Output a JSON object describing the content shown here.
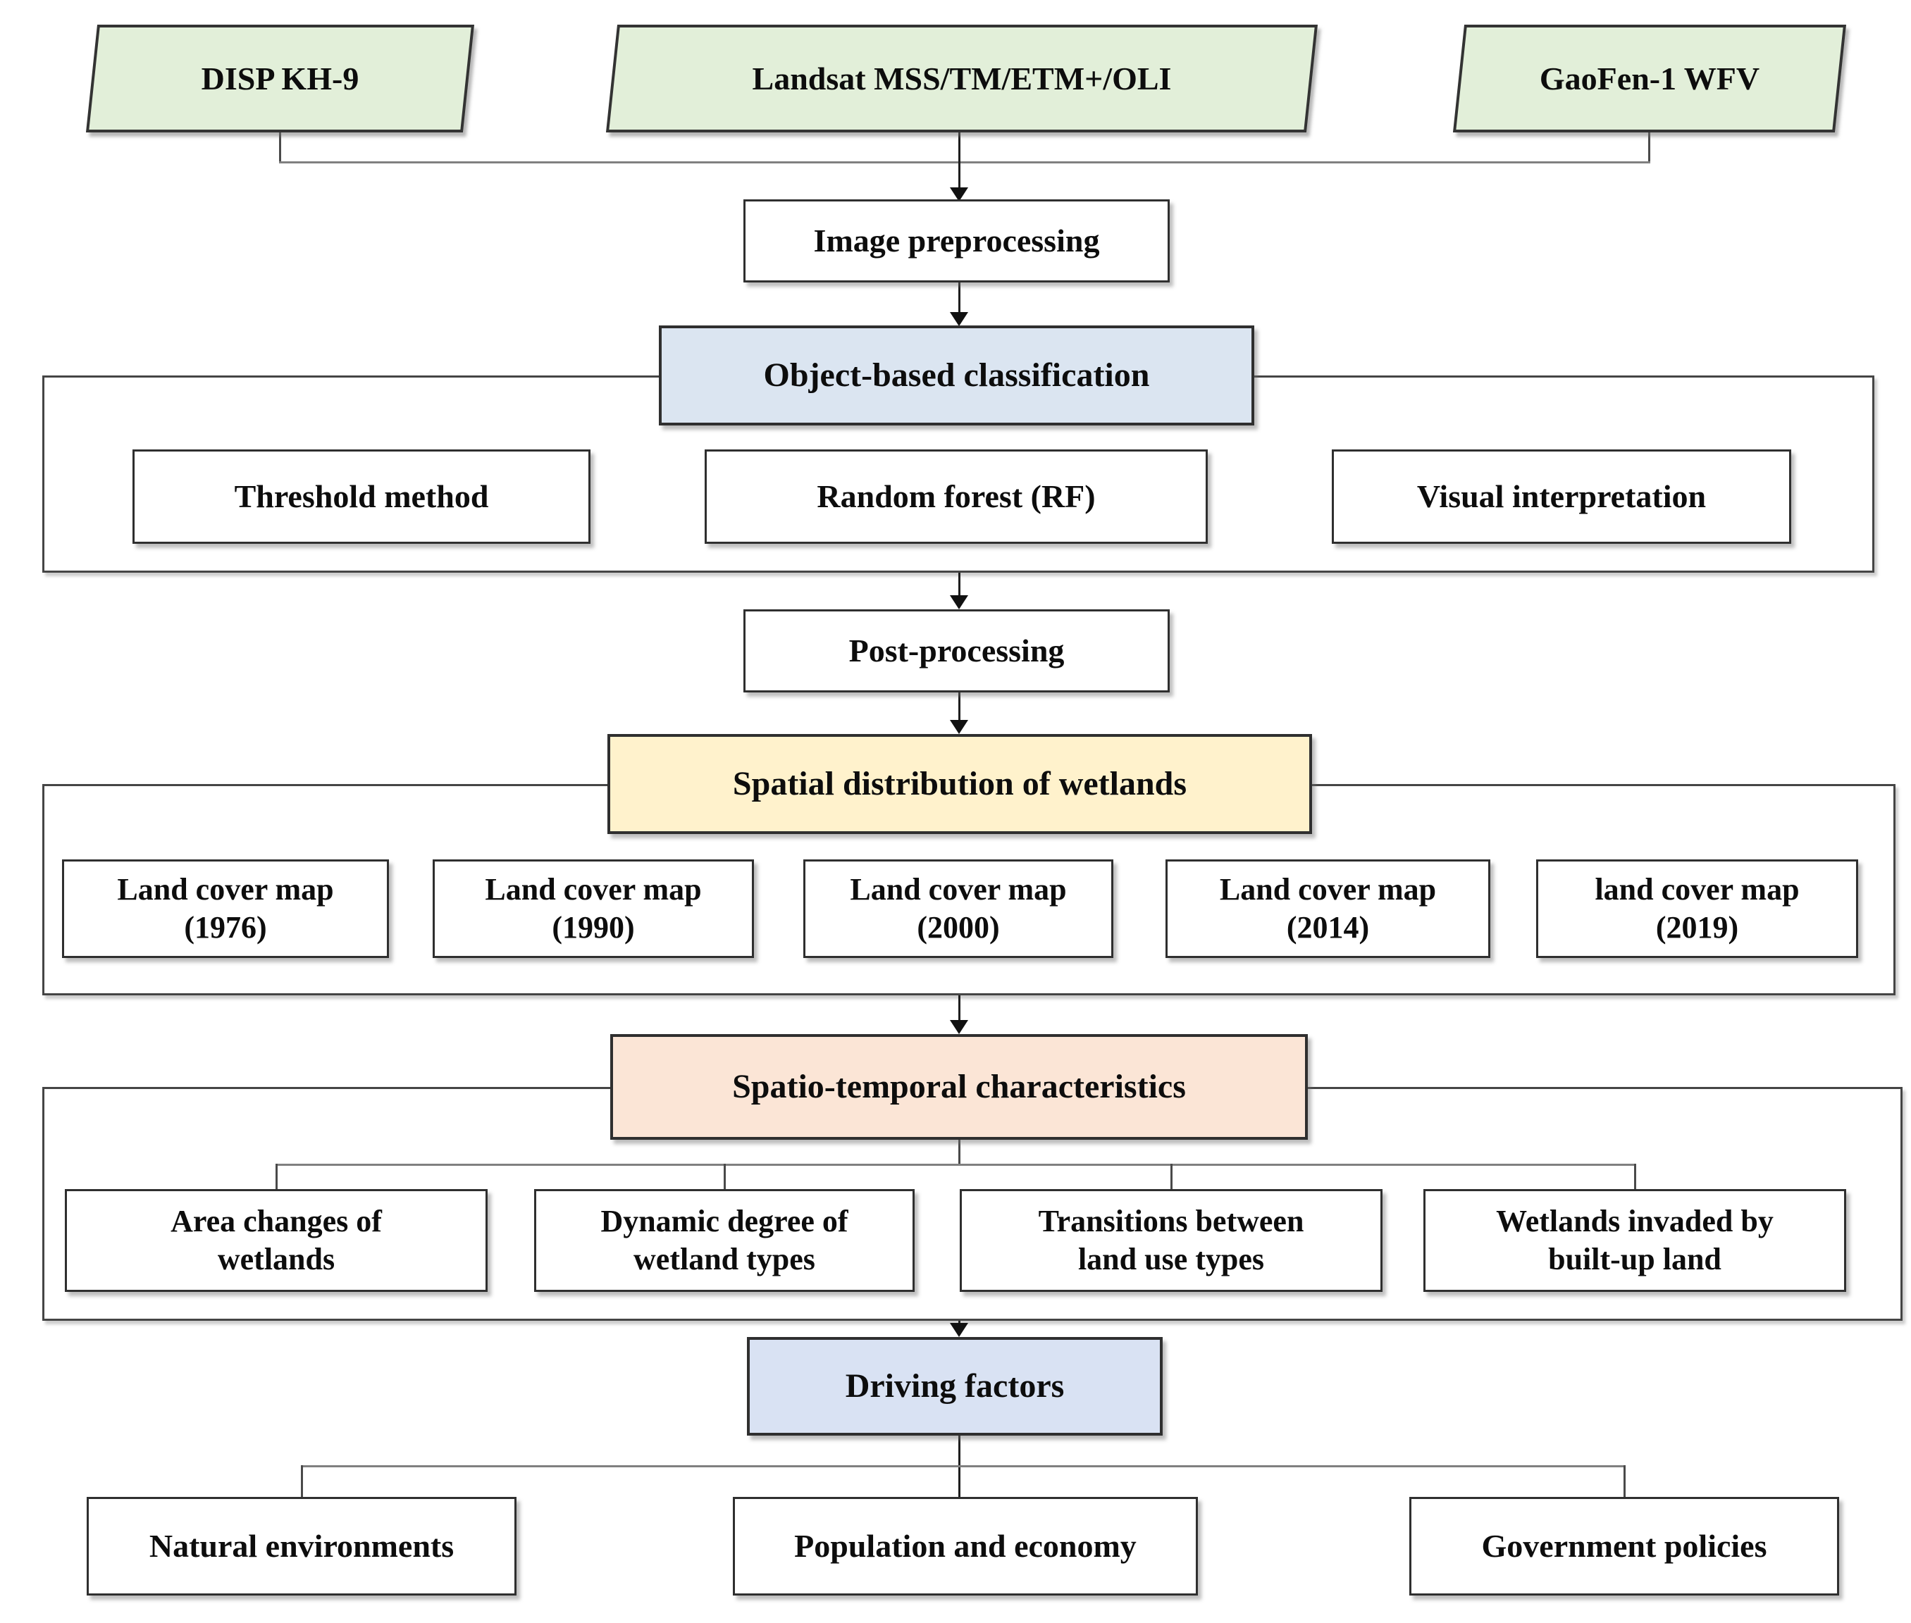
{
  "colors": {
    "source_green": "#e2efd9",
    "classification_blue": "#dbe5f1",
    "distribution_yellow": "#fff2cc",
    "characteristics_peach": "#fbe5d6",
    "driving_lavender": "#d9e2f3",
    "box_white": "#ffffff",
    "border_dark": "#2f2f2f",
    "line_gray": "#808080",
    "line_black": "#1f1f1f"
  },
  "sources": [
    "DISP KH-9",
    "Landsat MSS/TM/ETM+/OLI",
    "GaoFen-1 WFV"
  ],
  "flow": {
    "image_preprocessing": "Image preprocessing",
    "object_based_classification": "Object-based classification",
    "methods": [
      "Threshold method",
      "Random forest (RF)",
      "Visual interpretation"
    ],
    "post_processing": "Post-processing",
    "spatial_distribution": "Spatial distribution of wetlands",
    "land_cover_maps": [
      "Land cover map\n(1976)",
      "Land cover map\n(1990)",
      "Land cover map\n(2000)",
      "Land cover map\n(2014)",
      "land cover map\n(2019)"
    ],
    "spatio_temporal": "Spatio-temporal characteristics",
    "characteristics": [
      "Area changes of\nwetlands",
      "Dynamic degree of\nwetland types",
      "Transitions between\nland use types",
      "Wetlands invaded by\nbuilt-up land"
    ],
    "driving_factors": "Driving factors",
    "factors": [
      "Natural environments",
      "Population and economy",
      "Government policies"
    ]
  }
}
